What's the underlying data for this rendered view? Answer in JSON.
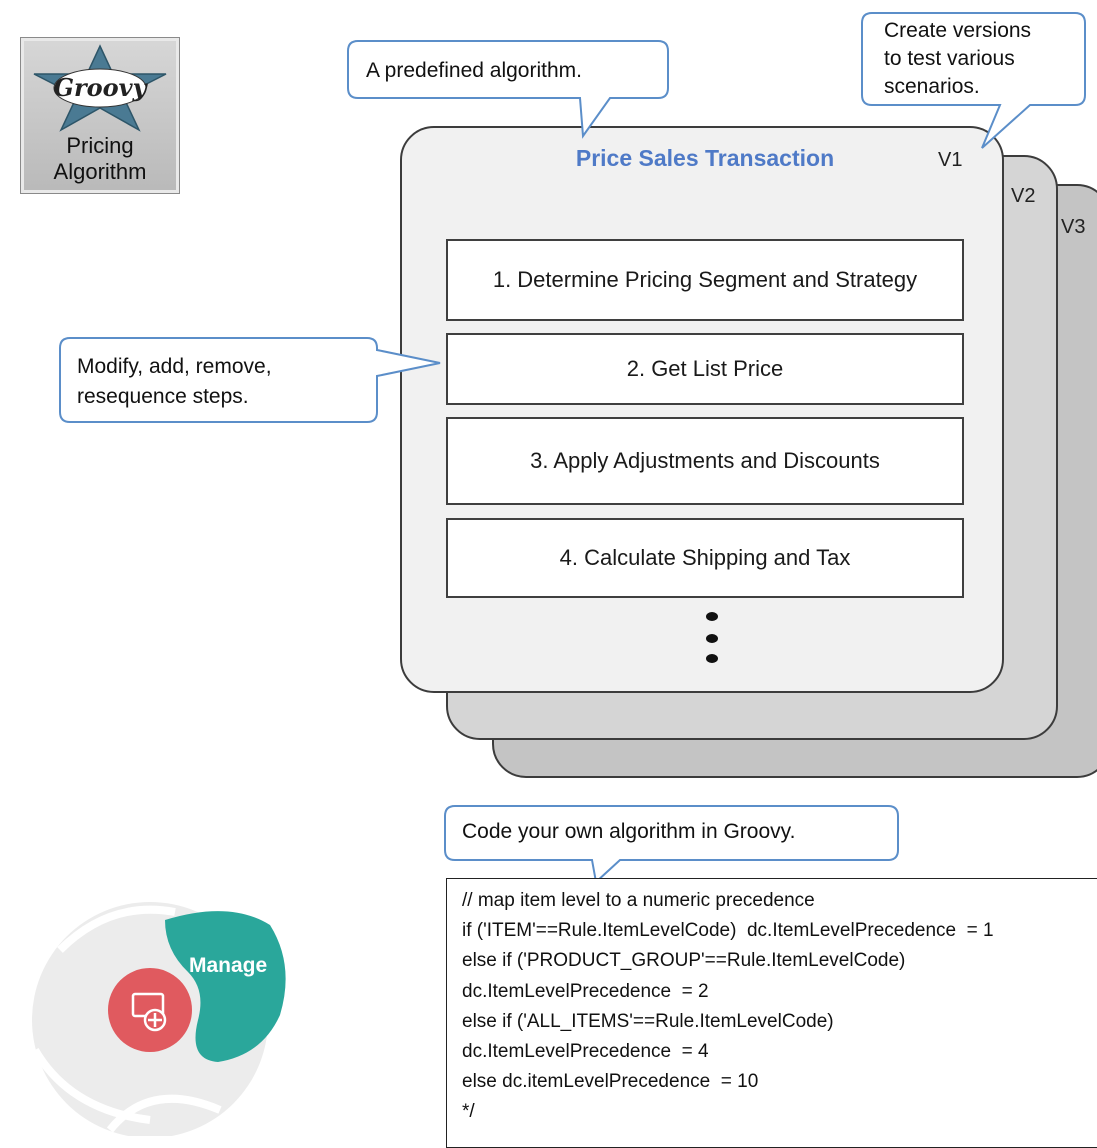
{
  "logo": {
    "wordmark": "Groovy",
    "label_line1": "Pricing",
    "label_line2": "Algorithm"
  },
  "callouts": {
    "predefined": "A predefined  algorithm.",
    "versions_line1": "Create versions",
    "versions_line2": "to test various",
    "versions_line3": "scenarios.",
    "modify_line1": "Modify, add, remove,",
    "modify_line2": "resequence steps.",
    "groovy": "Code your own algorithm in Groovy."
  },
  "algorithm": {
    "title": "Price Sales Transaction",
    "versions": [
      "V1",
      "V2",
      "V3"
    ],
    "steps": [
      "1. Determine Pricing Segment and Strategy",
      "2. Get List Price",
      "3. Apply Adjustments and Discounts",
      "4. Calculate Shipping and Tax"
    ]
  },
  "code": {
    "lines": [
      "// map item level to a numeric precedence",
      "if ('ITEM'==Rule.ItemLevelCode)  dc.ItemLevelPrecedence  = 1",
      "else if ('PRODUCT_GROUP'==Rule.ItemLevelCode)",
      "dc.ItemLevelPrecedence  = 2",
      "else if ('ALL_ITEMS'==Rule.ItemLevelCode)",
      "dc.ItemLevelPrecedence  = 4",
      "else dc.itemLevelPrecedence  = 10",
      "*/"
    ]
  },
  "wheel": {
    "label": "Manage",
    "active_color": "#2aa79b",
    "hub_color": "#e05a5f"
  }
}
